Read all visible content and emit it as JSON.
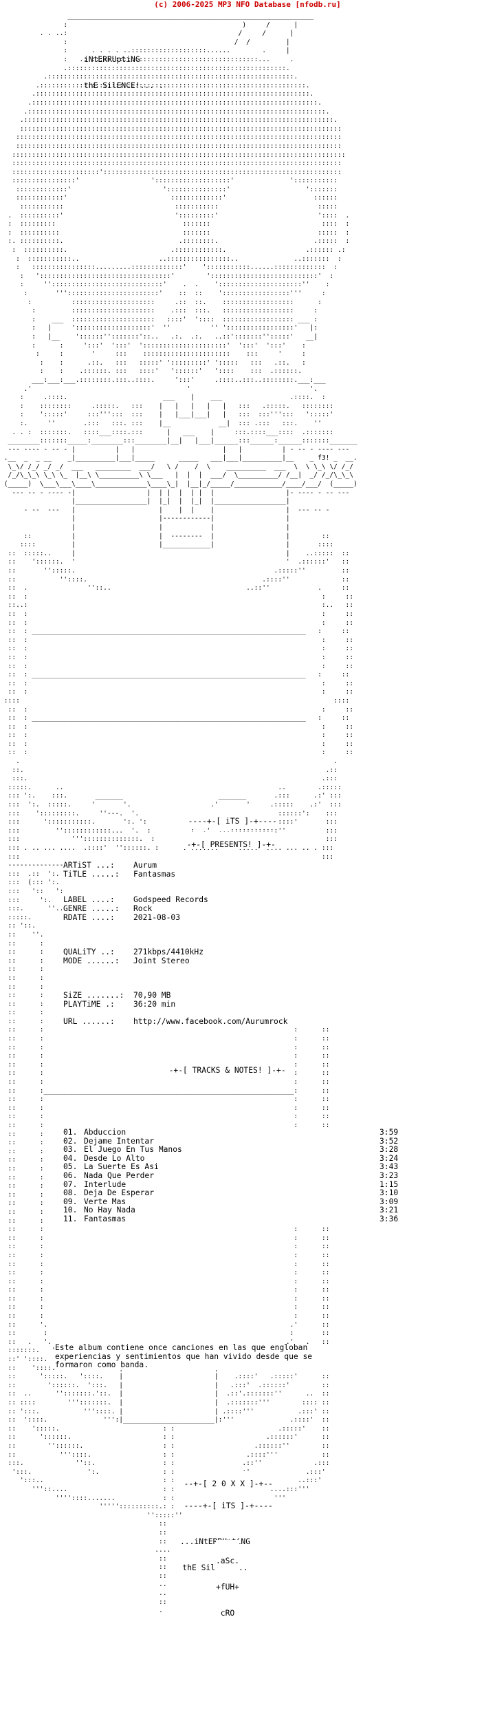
{
  "banner": {
    "copyright": "(c) 2006-2025",
    "site_name": "MP3 NFO Database",
    "site_link": "[nfodb.ru]"
  },
  "group": {
    "name_line1": "iNtERRUptiNG",
    "name_line2": "thE SilENCE!... .",
    "presents_label": "[ iTS ]",
    "presents_tag": "[ PRESENTS! ]",
    "tracks_header": "[ TRACKS & NOTES! ]",
    "footer_year": "[ 2 0 X X ]",
    "footer_its": "[ iTS ]",
    "footer_name_line1": "...iNtERRUptiNG",
    "footer_name_line2": "thE SilENCE...",
    "credit_line1": ".aSc.",
    "credit_line2": "+fUH+",
    "credit_line3": "cRO"
  },
  "release": {
    "artist_key": "ARTiST ...:",
    "artist": "Aurum",
    "title_key": "TiTLE .....:",
    "title": "Fantasmas",
    "label_key": "LABEL ....:",
    "label": "Godspeed Records",
    "genre_key": "GENRE .....:",
    "genre": "Rock",
    "rdate_key": "RDATE ....:",
    "rdate": "2021-08-03",
    "quality_key": "QUALiTY ..:",
    "quality": "271kbps/4410kHz",
    "mode_key": "MODE ......:",
    "mode": "Joint Stereo",
    "size_key": "SiZE .......:",
    "size": "70,90 MB",
    "playtime_key": "PLAYTiME .:",
    "playtime": "36:20 min",
    "url_key": "URL ......:",
    "url": "http://www.facebook.com/Aurumrock"
  },
  "tracks": [
    {
      "num": "01.",
      "title": "Abduccion",
      "time": "3:59"
    },
    {
      "num": "02.",
      "title": "Dejame Intentar",
      "time": "3:52"
    },
    {
      "num": "03.",
      "title": "El Juego En Tus Manos",
      "time": "3:28"
    },
    {
      "num": "04.",
      "title": "Desde Lo Alto",
      "time": "3:24"
    },
    {
      "num": "05.",
      "title": "La Suerte Es Asi",
      "time": "3:43"
    },
    {
      "num": "06.",
      "title": "Nada Que Perder",
      "time": "3:23"
    },
    {
      "num": "07.",
      "title": "Interlude",
      "time": "1:15"
    },
    {
      "num": "08.",
      "title": "Deja De Esperar",
      "time": "3:10"
    },
    {
      "num": "09.",
      "title": "Verte Mas",
      "time": "3:09"
    },
    {
      "num": "10.",
      "title": "No Hay Nada",
      "time": "3:21"
    },
    {
      "num": "11.",
      "title": "Fantasmas",
      "time": "3:36"
    }
  ],
  "notes": {
    "line1": "Este album contiene once canciones en las que engloban",
    "line2": "experiencias y sentimientos que han vivido desde que se",
    "line3": "formaron como banda."
  },
  "logo_tag": "f3!"
}
